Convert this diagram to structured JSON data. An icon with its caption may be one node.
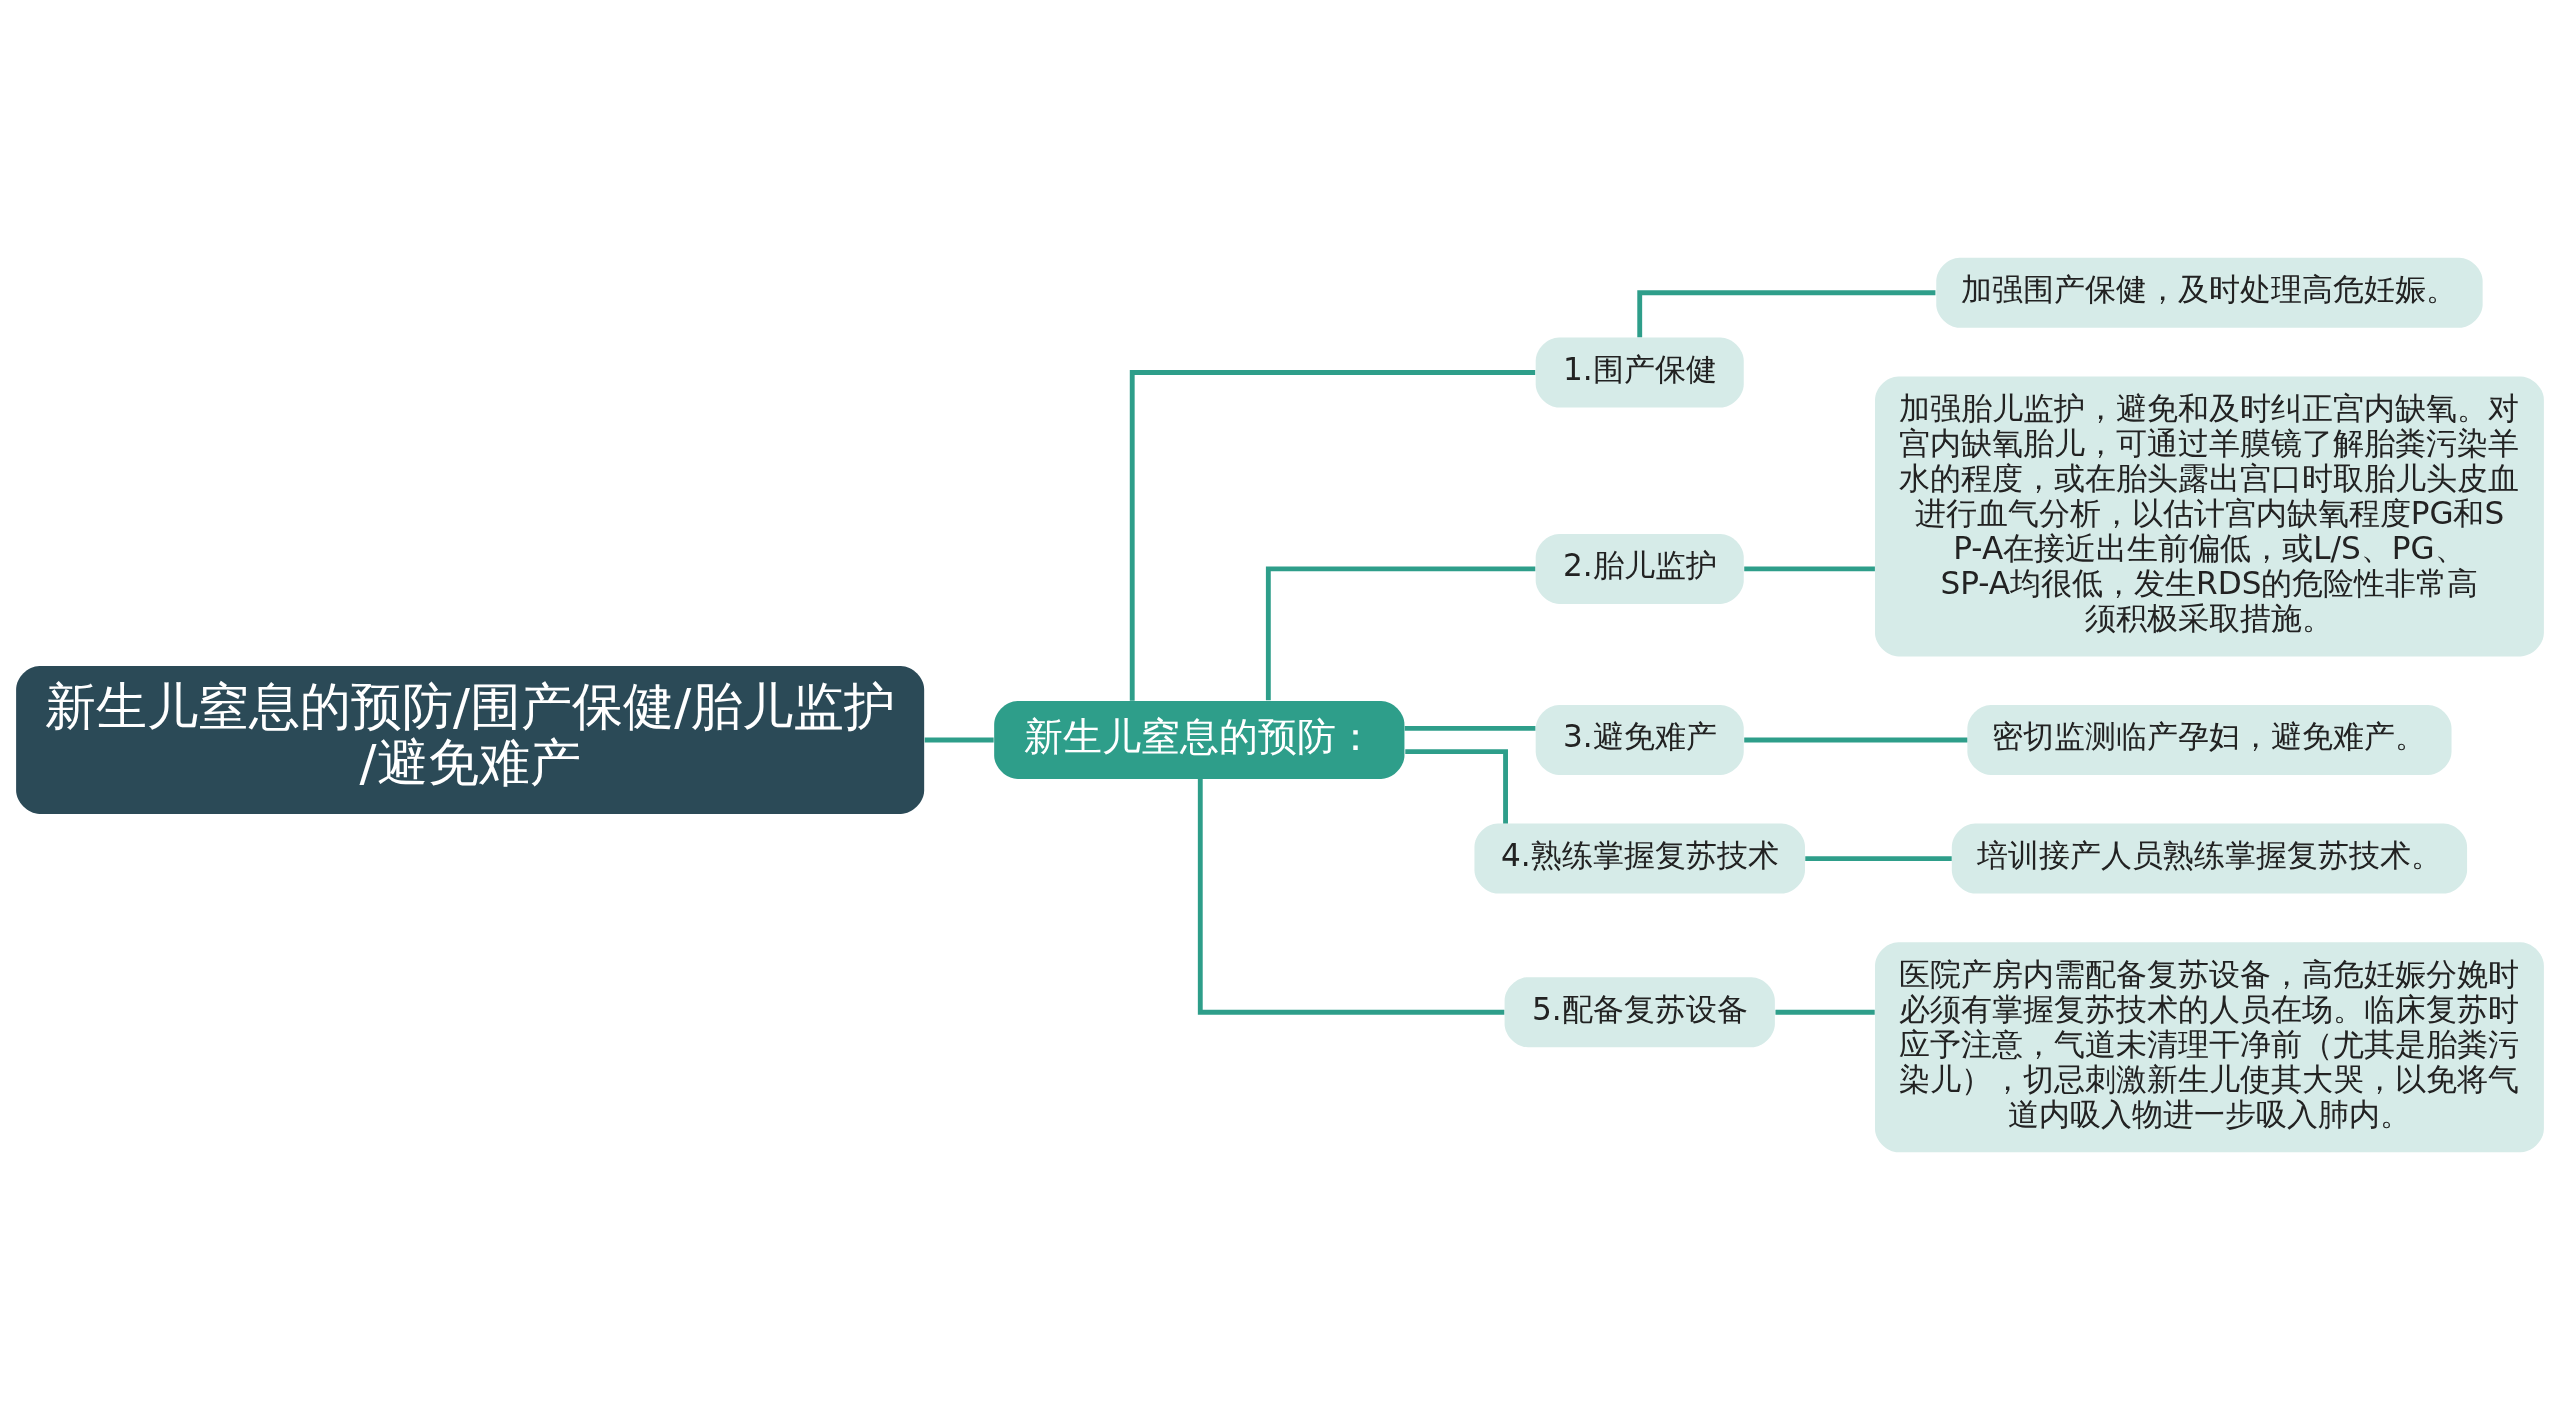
{
  "diagram": {
    "nodes": [
      {
        "text": [
          "新生儿窒息的预防/围产保健/胎儿监护/避免难产"
        ]
      },
      {
        "text": [
          "新生儿窒息的预防："
        ]
      },
      {
        "text": [
          "1.围产保健"
        ]
      },
      {
        "text": [
          "加强围产保健，及时处理高危妊娠。"
        ]
      },
      {
        "text": [
          "2.胎儿监护"
        ]
      },
      {
        "text": [
          "加强胎儿监护，避免和及时纠正宫内缺氧。对宫内缺氧胎儿，可通过羊膜镜了解胎粪污染羊水的程度，或在胎头露出宫口时取胎儿头皮血进行血气分析，以估计宫内缺氧程度PG和SP-A在接近出生前偏低，或L/S、PG、SP-A均很低，发生RDS的危险性非常高须积极采取措施。"
        ]
      },
      {
        "text": [
          "3.避免难产"
        ]
      },
      {
        "text": [
          "密切监测临产孕妇，避免难产。"
        ]
      },
      {
        "text": [
          "4.熟练掌握复苏技术"
        ]
      },
      {
        "text": [
          "培训接产人员熟练掌握复苏技术。"
        ]
      },
      {
        "text": [
          "5.配备复苏设备"
        ]
      },
      {
        "text": [
          "医院产房内需配备复苏设备，高危妊娠分娩时必须有掌握复苏技术的人员在场。临床复苏时应予注意，气道未清理干净前（尤其是胎粪污染儿），切忌刺激新生儿使其大哭，以免将气道内吸入物进一步吸入肺内。"
        ]
      }
    ],
    "edges": [
      {
        "from": 0,
        "to": 1,
        "arrow": "none"
      },
      {
        "from": 1,
        "to": 2,
        "arrow": "none"
      },
      {
        "from": 2,
        "to": 3,
        "arrow": "none"
      },
      {
        "from": 1,
        "to": 4,
        "arrow": "none"
      },
      {
        "from": 4,
        "to": 5,
        "arrow": "none"
      },
      {
        "from": 1,
        "to": 6,
        "arrow": "none"
      },
      {
        "from": 6,
        "to": 7,
        "arrow": "none"
      },
      {
        "from": 1,
        "to": 8,
        "arrow": "none"
      },
      {
        "from": 8,
        "to": 9,
        "arrow": "none"
      },
      {
        "from": 1,
        "to": 10,
        "arrow": "none"
      },
      {
        "from": 10,
        "to": 11,
        "arrow": "none"
      }
    ]
  }
}
